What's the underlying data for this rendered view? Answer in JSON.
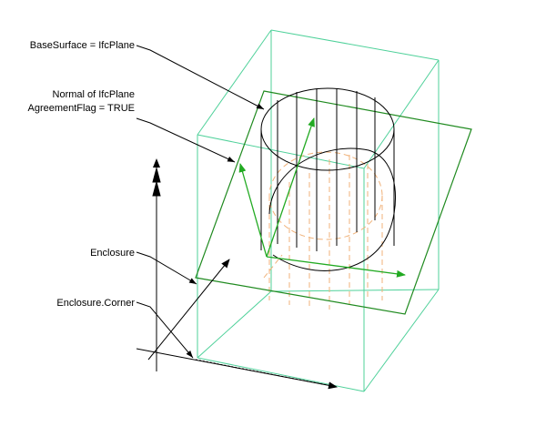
{
  "labels": {
    "base_surface": "BaseSurface = IfcPlane",
    "normal_line1": "Normal of IfcPlane",
    "normal_line2": "AgreementFlag = TRUE",
    "enclosure": "Enclosure",
    "enclosure_corner": "Enclosure.Corner"
  },
  "colors": {
    "box_edge": "#4fd19a",
    "plane": "#1f8a1f",
    "plane_arrow": "#22aa22",
    "hidden_solid": "#f0b27a",
    "line": "#000000",
    "background": "#ffffff"
  }
}
